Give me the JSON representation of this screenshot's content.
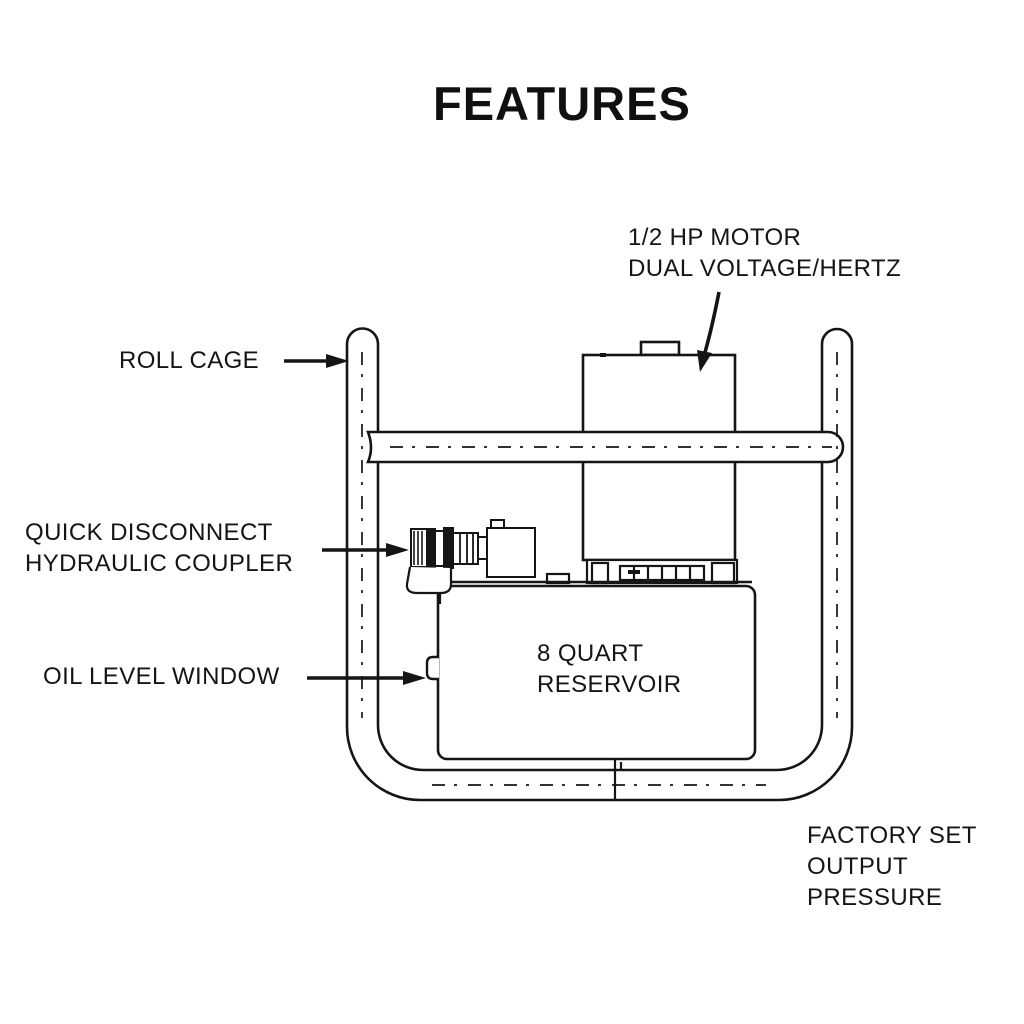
{
  "page": {
    "title": "FEATURES"
  },
  "figure": {
    "labels": {
      "motor": "1/2 HP MOTOR\nDUAL VOLTAGE/HERTZ",
      "roll_cage": "ROLL CAGE",
      "coupler": "QUICK DISCONNECT\nHYDRAULIC COUPLER",
      "oil_window": "OIL LEVEL WINDOW",
      "reservoir": "8 QUART\nRESERVOIR",
      "output_pressure": "FACTORY SET\nOUTPUT\nPRESSURE"
    },
    "colors": {
      "ink": "#151515",
      "paper": "#ffffff"
    }
  }
}
